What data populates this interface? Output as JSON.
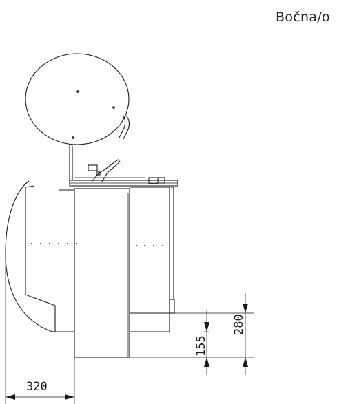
{
  "view_label": "Bočna/o",
  "dimensions": {
    "width_rear": "320",
    "height_small": "155",
    "height_large": "280"
  }
}
